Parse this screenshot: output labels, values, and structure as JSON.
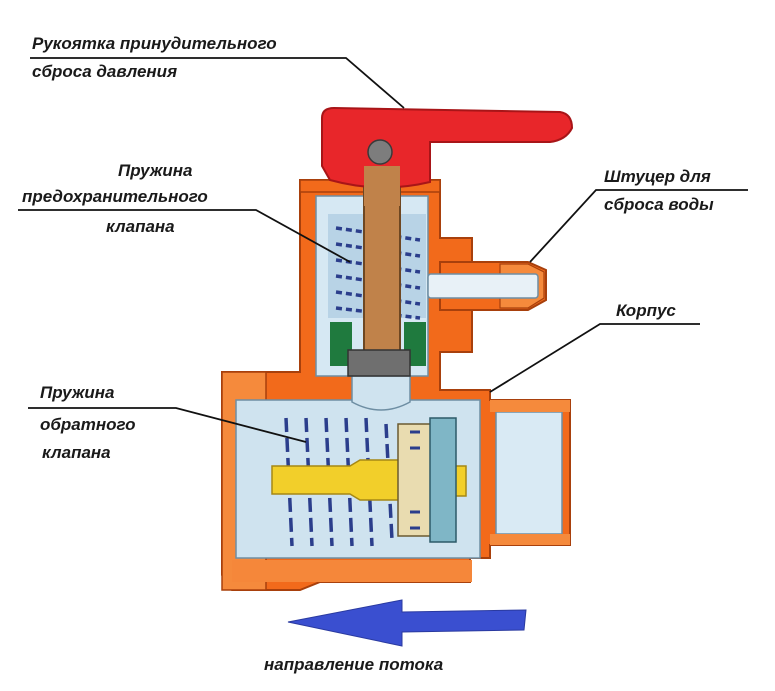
{
  "labels": {
    "handle_line1": "Рукоятка принудительного",
    "handle_line2": "сброса давления",
    "safety_spring_line1": "Пружина",
    "safety_spring_line2": "предохранительного",
    "safety_spring_line3": "клапана",
    "drain_fitting_line1": "Штуцер для",
    "drain_fitting_line2": "сброса воды",
    "body": "Корпус",
    "check_spring_line1": "Пружина",
    "check_spring_line2": "обратного",
    "check_spring_line3": "клапана",
    "flow_direction": "направление потока"
  },
  "colors": {
    "body": "#f26a1b",
    "handle": "#e8262a",
    "stem": "#c0824a",
    "spring": "#2b3e8c",
    "cavity": "#cfe3ef",
    "check_stem": "#f2cf2a",
    "seal": "#1f7a3e",
    "arrow": "#3a4fd0"
  }
}
